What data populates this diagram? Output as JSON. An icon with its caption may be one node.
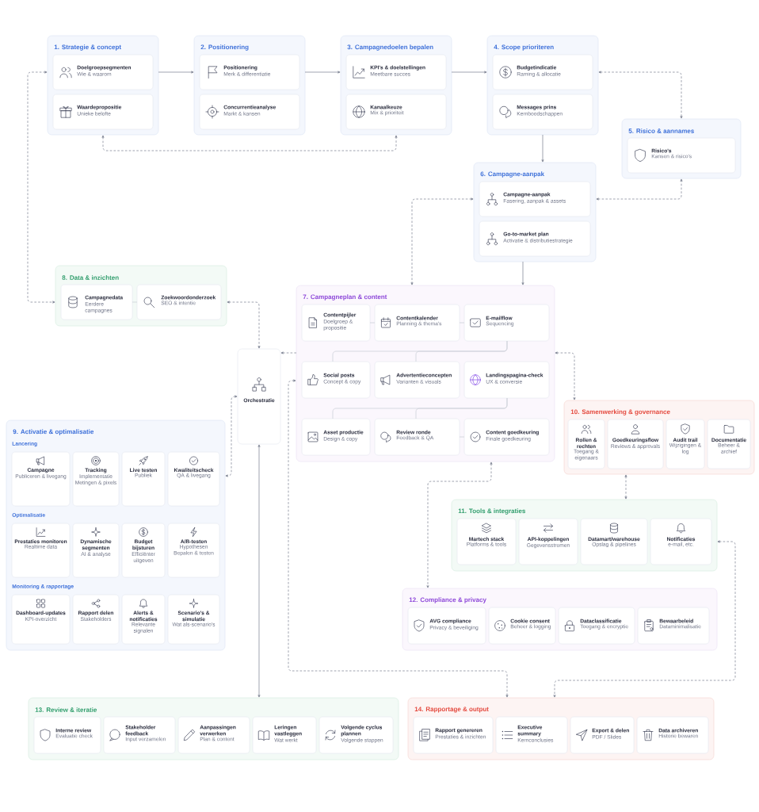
{
  "diagram": {
    "nodes": [
      {
        "text": [
          "1. Strategie & concept"
        ]
      },
      {
        "text": [
          "Doelgroepsegmenten",
          "Wie & waarom"
        ],
        "in": 0
      },
      {
        "text": [
          "Waardepropositie",
          "Unieke belofte"
        ],
        "in": 0
      },
      {
        "text": [
          "2. Positionering"
        ]
      },
      {
        "text": [
          "Positionering",
          "Merk & differentiatie"
        ],
        "in": 3
      },
      {
        "text": [
          "Concurrentieanalyse",
          "Markt & kansen"
        ],
        "in": 3
      },
      {
        "text": [
          "3. Campagnedoelen bepalen"
        ]
      },
      {
        "text": [
          "KPI's & doelstellingen",
          "Meetbare succes"
        ],
        "in": 6
      },
      {
        "text": [
          "Kanaalkeuze",
          "Mix & prioriteit"
        ],
        "in": 6
      },
      {
        "text": [
          "4. Scope prioriteren"
        ]
      },
      {
        "text": [
          "Budgetindicatie",
          "Raming & allocatie"
        ],
        "in": 9
      },
      {
        "text": [
          "Messages prins",
          "Kernboodschappen"
        ],
        "in": 9
      },
      {
        "text": [
          "5. Risico & aannames"
        ]
      },
      {
        "text": [
          "Risico's",
          "Kansen & risico's"
        ],
        "in": 12
      },
      {
        "text": [
          "6. Campagne-aanpak"
        ]
      },
      {
        "text": [
          "Campagne-aanpak",
          "Fasering, aanpak & assets"
        ],
        "in": 14
      },
      {
        "text": [
          "Go-to-market plan",
          "Activatie & distributiestrategie"
        ],
        "in": 14
      },
      {
        "text": [
          "8. Data & inzichten"
        ]
      },
      {
        "text": [
          "Campagnedata",
          "Eerdere campagnes"
        ],
        "in": 17
      },
      {
        "text": [
          "Zoekwoordonderzoek",
          "SEO & intentie"
        ],
        "in": 17
      },
      {
        "text": [
          "7. Campagneplan & content"
        ]
      },
      {
        "text": [
          "Contentpijler",
          "Doelgroep & propositie"
        ],
        "in": 20
      },
      {
        "text": [
          "Contentkalender",
          "Planning & thema's"
        ],
        "in": 20
      },
      {
        "text": [
          "E-mailflow",
          "Sequencing"
        ],
        "in": 20
      },
      {
        "text": [
          "Social posts",
          "Concept & copy"
        ],
        "in": 20
      },
      {
        "text": [
          "Advertentieconcepten",
          "Varianten & visuals"
        ],
        "in": 20
      },
      {
        "text": [
          "Landingspagina-check",
          "UX & conversie"
        ],
        "in": 20
      },
      {
        "text": [
          "Asset productie",
          "Design & copy"
        ],
        "in": 20
      },
      {
        "text": [
          "Review ronde",
          "Feedback & QA"
        ],
        "in": 20
      },
      {
        "text": [
          "Content goedkeuring",
          "Finale goedkeuring"
        ],
        "in": 20
      },
      {
        "text": [
          "Orchestratie"
        ]
      },
      {
        "text": [
          "9. Activatie & optimalisatie",
          "Lancering",
          "Optimalisatie",
          "Monitoring & rapportage"
        ]
      },
      {
        "text": [
          "Campagne",
          "Publiceren & livegang"
        ],
        "in": 31
      },
      {
        "text": [
          "Tracking",
          "Implementatie",
          "Metingen & pixels"
        ],
        "in": 31
      },
      {
        "text": [
          "Live testen",
          "Publiek"
        ],
        "in": 31
      },
      {
        "text": [
          "Kwaliteitscheck",
          "QA & livegang"
        ],
        "in": 31
      },
      {
        "text": [
          "Prestaties monitoren",
          "Realtime data"
        ],
        "in": 31
      },
      {
        "text": [
          "Dynamische segmenten",
          "AI & analyse"
        ],
        "in": 31
      },
      {
        "text": [
          "Budget bijsturen",
          "Efficiënter uitgeven"
        ],
        "in": 31
      },
      {
        "text": [
          "A/B-testen",
          "Hypothesen",
          "Bepalen & testen"
        ],
        "in": 31
      },
      {
        "text": [
          "Dashboard-updates",
          "KPI-overzicht"
        ],
        "in": 31
      },
      {
        "text": [
          "Rapport delen",
          "Stakeholders"
        ],
        "in": 31
      },
      {
        "text": [
          "Alerts & notificaties",
          "Relevante signalen"
        ],
        "in": 31
      },
      {
        "text": [
          "Scenario's & simulatie",
          "Wat als-scenario's"
        ],
        "in": 31
      },
      {
        "text": [
          "10. Samenwerking & governance"
        ]
      },
      {
        "text": [
          "Rollen & rechten",
          "Toegang & eigenaars"
        ],
        "in": 44
      },
      {
        "text": [
          "Goedkeuringsflow",
          "Reviews & approvals"
        ],
        "in": 44
      },
      {
        "text": [
          "Audit trail",
          "Wijzigingen & log"
        ],
        "in": 44
      },
      {
        "text": [
          "Documentatie",
          "Beheer & archief"
        ],
        "in": 44
      },
      {
        "text": [
          "11. Tools & integraties"
        ]
      },
      {
        "text": [
          "Martech stack",
          "Platforms & tools"
        ],
        "in": 49
      },
      {
        "text": [
          "API-koppelingen",
          "Gegevensstromen"
        ],
        "in": 49
      },
      {
        "text": [
          "Datamart/warehouse",
          "Opslag & pipelines"
        ],
        "in": 49
      },
      {
        "text": [
          "Notificaties",
          "e-mail, etc."
        ],
        "in": 49
      },
      {
        "text": [
          "12. Compliance & privacy"
        ]
      },
      {
        "text": [
          "AVG compliance",
          "Privacy & beveiliging"
        ],
        "in": 54
      },
      {
        "text": [
          "Cookie consent",
          "Beheer & logging"
        ],
        "in": 54
      },
      {
        "text": [
          "Dataclassificatie",
          "Toegang & encryptie"
        ],
        "in": 54
      },
      {
        "text": [
          "Bewaarbeleid",
          "Dataminimalisatie"
        ],
        "in": 54
      },
      {
        "text": [
          "13. Review & iteratie"
        ]
      },
      {
        "text": [
          "Interne review",
          "Evaluatie check"
        ],
        "in": 59
      },
      {
        "text": [
          "Stakeholder feedback",
          "Input verzamelen"
        ],
        "in": 59
      },
      {
        "text": [
          "Aanpassingen verwerken",
          "Plan & content"
        ],
        "in": 59
      },
      {
        "text": [
          "Leringen vastleggen",
          "Wat werkt"
        ],
        "in": 59
      },
      {
        "text": [
          "Volgende cyclus plannen",
          "Volgende stappen"
        ],
        "in": 59
      },
      {
        "text": [
          "14. Rapportage & output"
        ]
      },
      {
        "text": [
          "Rapport genereren",
          "Prestaties & inzichten"
        ],
        "in": 65
      },
      {
        "text": [
          "Executive summary",
          "Kernconclusies"
        ],
        "in": 65
      },
      {
        "text": [
          "Export & delen",
          "PDF / Slides"
        ],
        "in": 65
      },
      {
        "text": [
          "Data archiveren",
          "Historie bewaren"
        ],
        "in": 65
      }
    ],
    "edges": [
      {
        "from": 0,
        "to": 3,
        "arrow": "to"
      },
      {
        "from": 3,
        "to": 6,
        "arrow": "to"
      },
      {
        "from": 6,
        "to": 9,
        "arrow": "to"
      },
      {
        "from": 0,
        "to": 6,
        "arrow": "both",
        "style": "dashed"
      },
      {
        "from": 9,
        "to": 12,
        "arrow": "both",
        "style": "dashed"
      },
      {
        "from": 9,
        "to": 14,
        "arrow": "to"
      },
      {
        "from": 14,
        "to": 12,
        "arrow": "both",
        "style": "dashed"
      },
      {
        "from": 14,
        "to": 20,
        "arrow": "both",
        "style": "dashed"
      },
      {
        "from": 14,
        "to": 20,
        "arrow": "to"
      },
      {
        "from": 0,
        "to": 17,
        "arrow": "both",
        "style": "dashed"
      },
      {
        "from": 17,
        "to": 30,
        "arrow": "both",
        "style": "dashed"
      },
      {
        "from": 20,
        "to": 30,
        "arrow": "to",
        "style": "dashed"
      },
      {
        "from": 20,
        "to": 65,
        "arrow": "both",
        "style": "dashed"
      },
      {
        "from": 30,
        "to": 31,
        "arrow": "both",
        "style": "dashed"
      },
      {
        "from": 30,
        "to": 59,
        "arrow": "both"
      },
      {
        "from": 20,
        "to": 44,
        "arrow": "both",
        "style": "dashed"
      },
      {
        "from": 20,
        "to": 54,
        "arrow": "both",
        "style": "dashed"
      },
      {
        "from": 44,
        "to": 49,
        "arrow": "both",
        "style": "dashed"
      },
      {
        "from": 49,
        "to": 65,
        "arrow": "both",
        "style": "dashed"
      },
      {
        "from": 18,
        "to": 19,
        "arrow": "none",
        "color": "#c9cdd6"
      },
      {
        "from": 21,
        "to": 22,
        "arrow": "none",
        "color": "#c9cdd6"
      },
      {
        "from": 22,
        "to": 23,
        "arrow": "none",
        "color": "#c9cdd6"
      },
      {
        "from": 23,
        "to": 24,
        "arrow": "none",
        "color": "#c9cdd6"
      },
      {
        "from": 23,
        "to": 25,
        "arrow": "none",
        "color": "#c9cdd6"
      },
      {
        "from": 26,
        "to": 27,
        "arrow": "none",
        "color": "#c9cdd6"
      },
      {
        "from": 26,
        "to": 28,
        "arrow": "none",
        "color": "#c9cdd6"
      },
      {
        "from": 28,
        "to": 29,
        "arrow": "none",
        "color": "#c9cdd6"
      }
    ]
  }
}
